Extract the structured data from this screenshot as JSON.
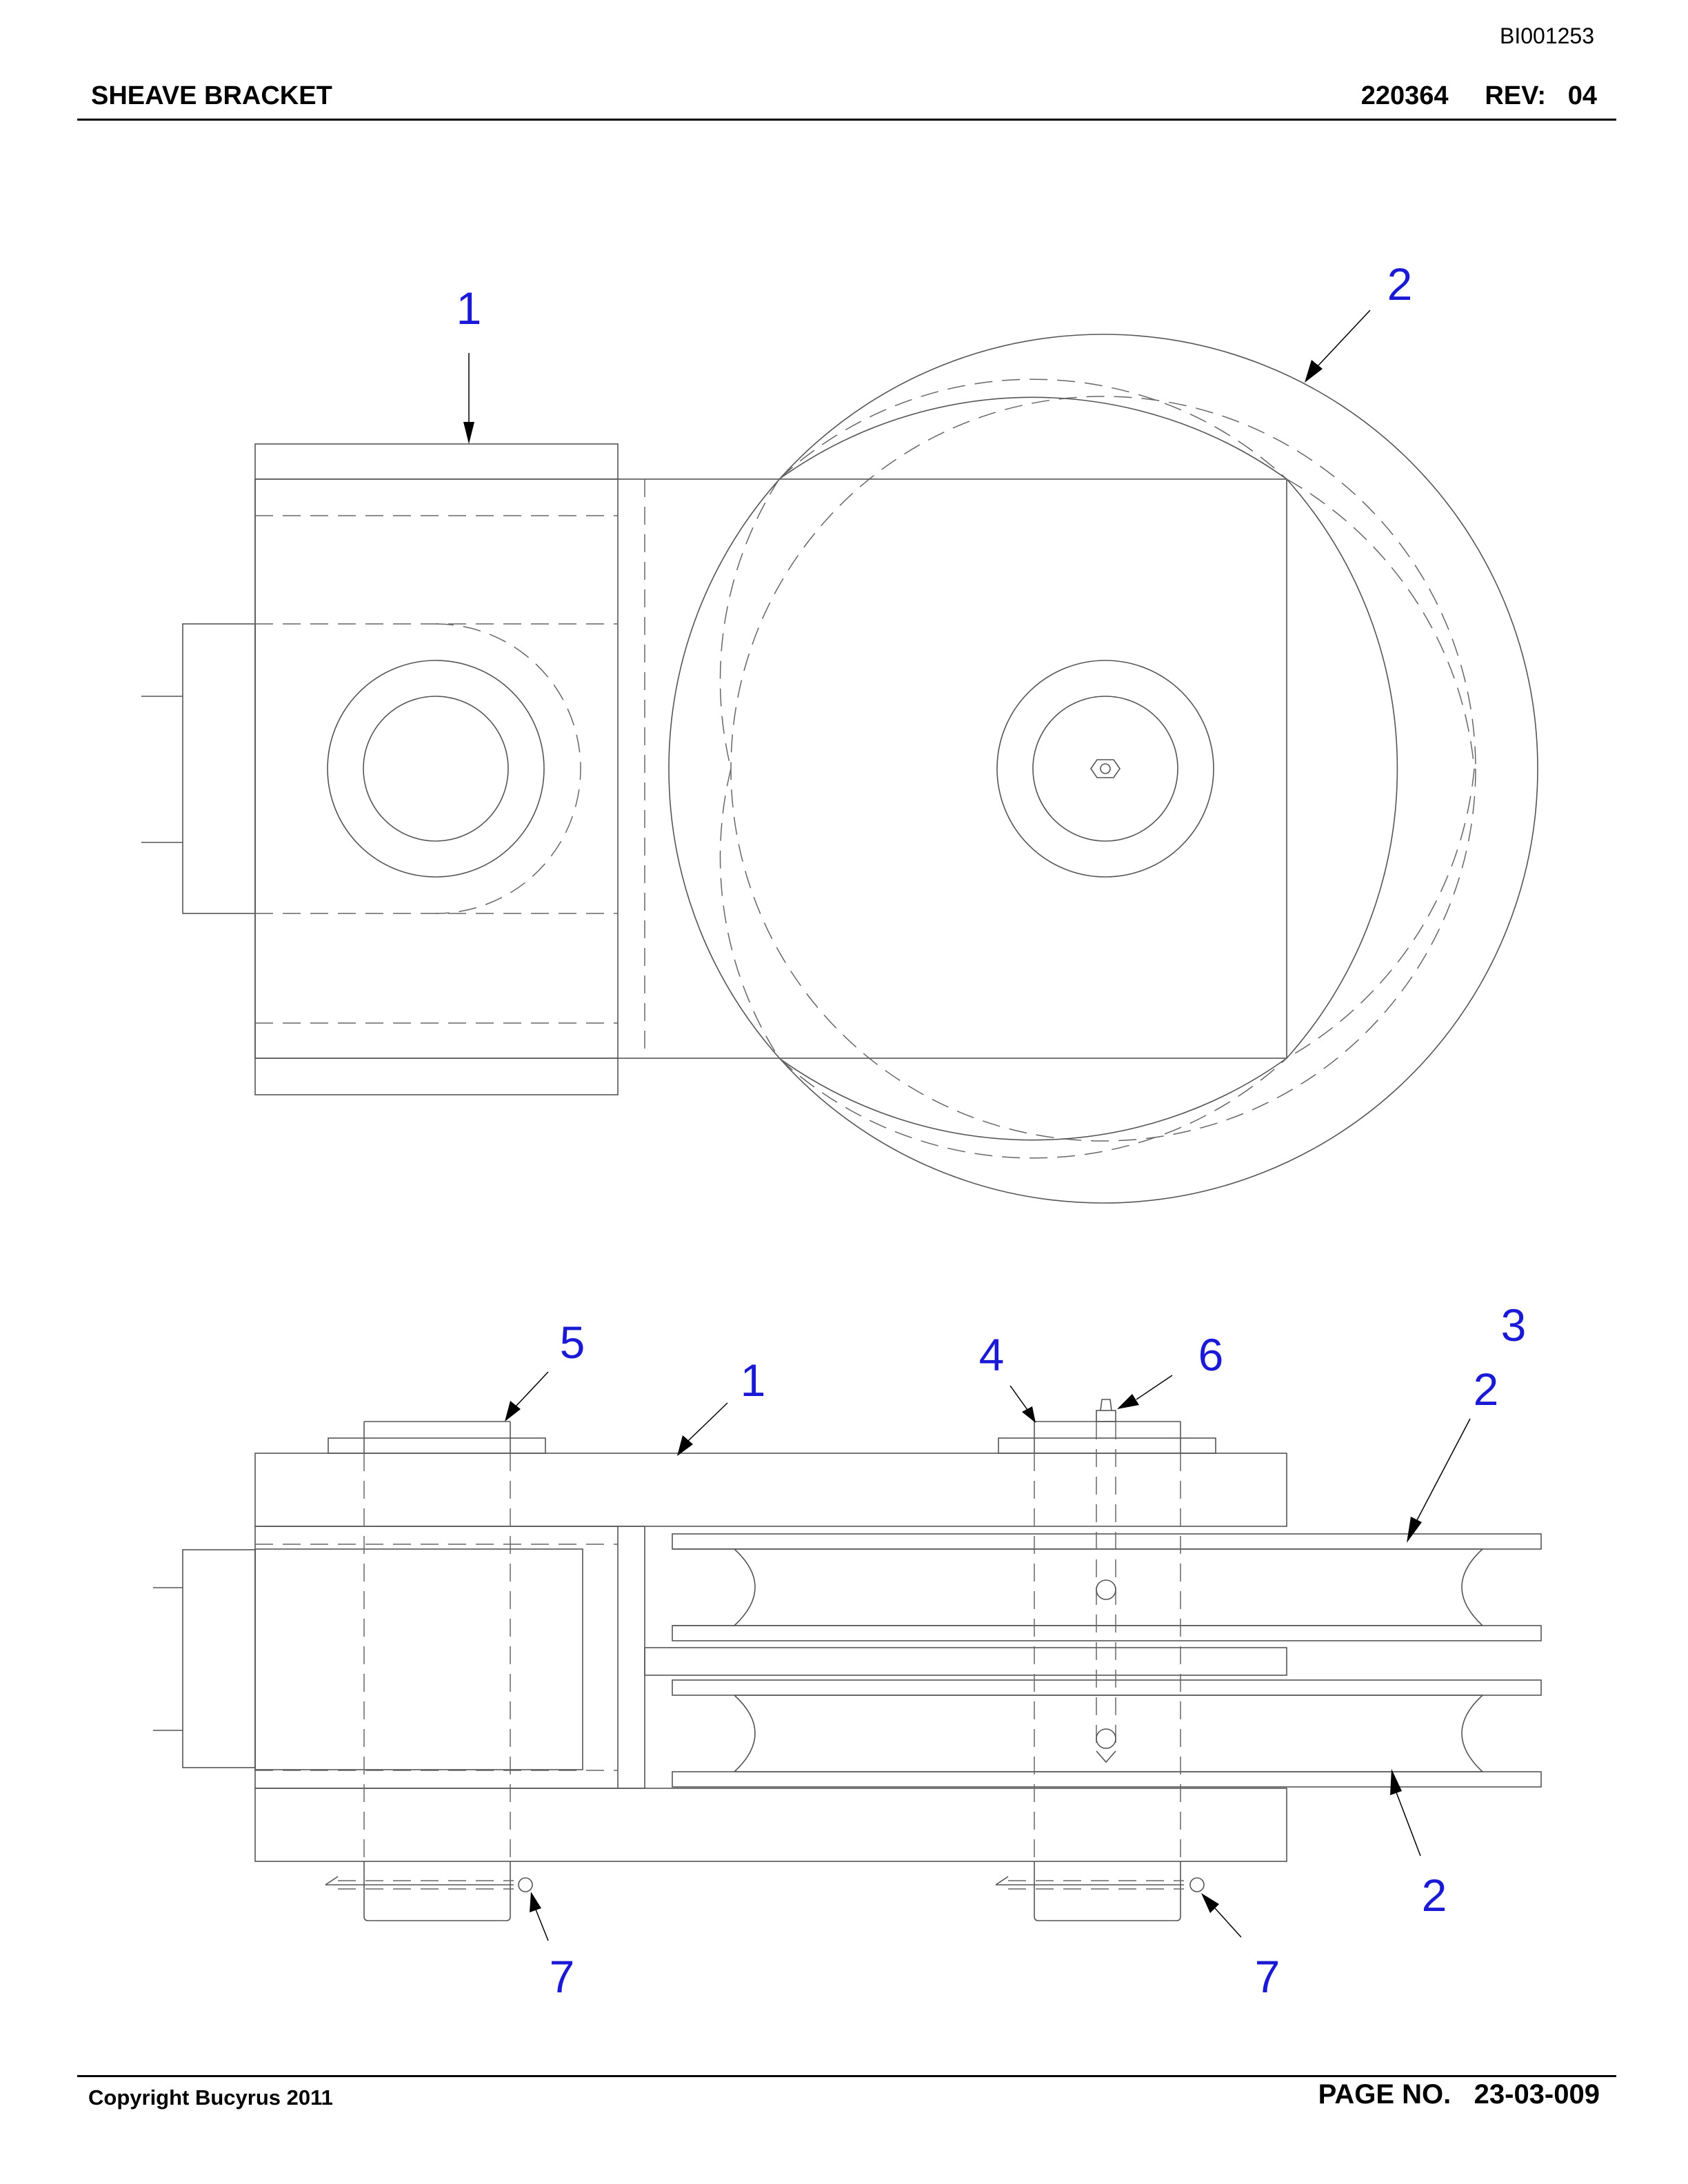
{
  "document": {
    "id": "BI001253",
    "title": "SHEAVE BRACKET",
    "part_number": "220364",
    "rev_label": "REV:",
    "rev_value": "04",
    "copyright": "Copyright Bucyrus 2011",
    "page_label": "PAGE NO.",
    "page_number": "23-03-009"
  },
  "callouts": {
    "top_1": "1",
    "top_2": "2",
    "side_1": "1",
    "side_2_upper": "2",
    "side_2_lower": "2",
    "side_3": "3",
    "side_4": "4",
    "side_5": "5",
    "side_6": "6",
    "side_7_left": "7",
    "side_7_right": "7"
  },
  "colors": {
    "callout": "#1a1ad6",
    "linework": "#555555"
  }
}
